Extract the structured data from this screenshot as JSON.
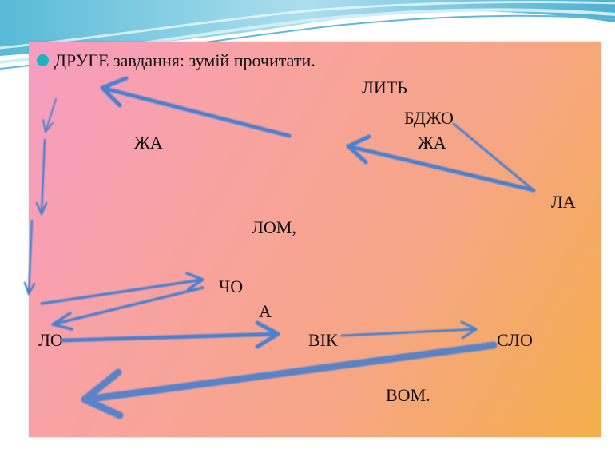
{
  "slide": {
    "heading": "ДРУГЕ завдання: зумій прочитати.",
    "words": {
      "lyt": "ЛИТЬ",
      "bdzho": "БДЖО",
      "zha_left": "ЖА",
      "zha_right": "ЖА",
      "la": "ЛА",
      "lom": "ЛОМ,",
      "cho": "ЧО",
      "a": "А",
      "lo": "ЛО",
      "vik": "ВІК",
      "slo": "СЛО",
      "vom": "ВОМ."
    }
  },
  "colors": {
    "arrow": "#4a80cf",
    "bullet": "#19b5bf",
    "wave": "#2aa6c8"
  }
}
